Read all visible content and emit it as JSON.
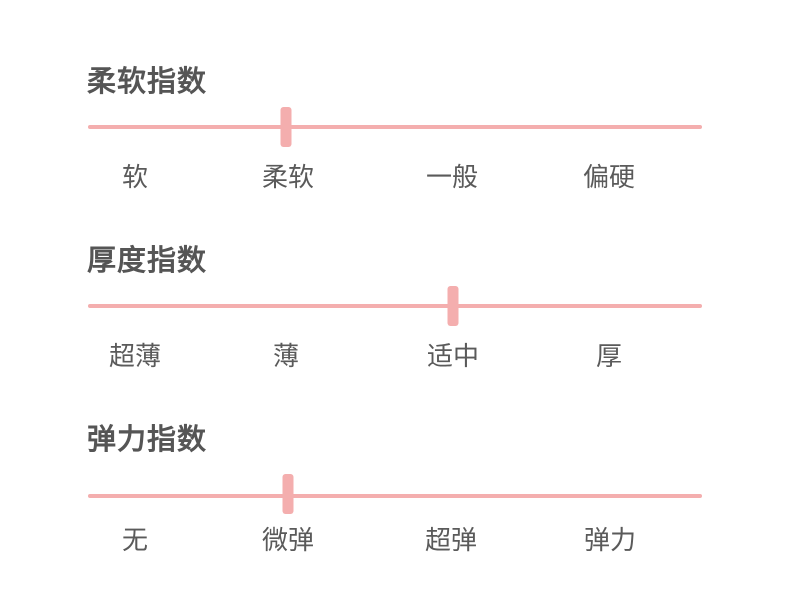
{
  "accent_color": "#f4aeae",
  "text_color": "#555555",
  "sliders": [
    {
      "title": "柔软指数",
      "options": [
        "软",
        "柔软",
        "一般",
        "偏硬"
      ],
      "selected_index": 1,
      "selected_value": "柔软"
    },
    {
      "title": "厚度指数",
      "options": [
        "超薄",
        "薄",
        "适中",
        "厚"
      ],
      "selected_index": 2,
      "selected_value": "适中"
    },
    {
      "title": "弹力指数",
      "options": [
        "无",
        "微弹",
        "超弹",
        "弹力"
      ],
      "selected_index": 1,
      "selected_value": "微弹"
    }
  ]
}
